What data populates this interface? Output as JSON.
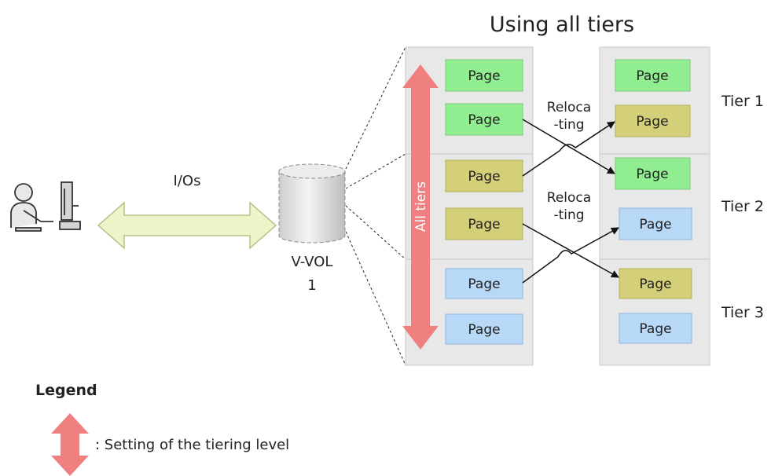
{
  "title": "Using all tiers",
  "io_label": "I/Os",
  "vvol_label": [
    "V-VOL",
    "1"
  ],
  "level_label": "All tiers",
  "relocating_label": [
    "Reloca",
    "-ting"
  ],
  "page_label": "Page",
  "tiers": [
    "Tier 1",
    "Tier 2",
    "Tier 3"
  ],
  "legend": {
    "title": "Legend",
    "item": ": Setting of the tiering level"
  },
  "colors": {
    "tier1_page": "#90EE90",
    "tier2_page": "#D4D07A",
    "tier3_page": "#B8D8F8",
    "panel": "#E8E8E8",
    "level_arrow": "#F08080",
    "io_arrow": "#EEF3C8"
  },
  "source_pages": [
    "tier1",
    "tier1",
    "tier2",
    "tier2",
    "tier3",
    "tier3"
  ],
  "target_pages": [
    "tier1",
    "tier2",
    "tier1",
    "tier3",
    "tier2",
    "tier3"
  ],
  "icons": [
    "user-at-computer-icon",
    "vvol-cylinder-icon",
    "tier-level-arrow-icon",
    "bidirectional-io-arrow-icon"
  ]
}
